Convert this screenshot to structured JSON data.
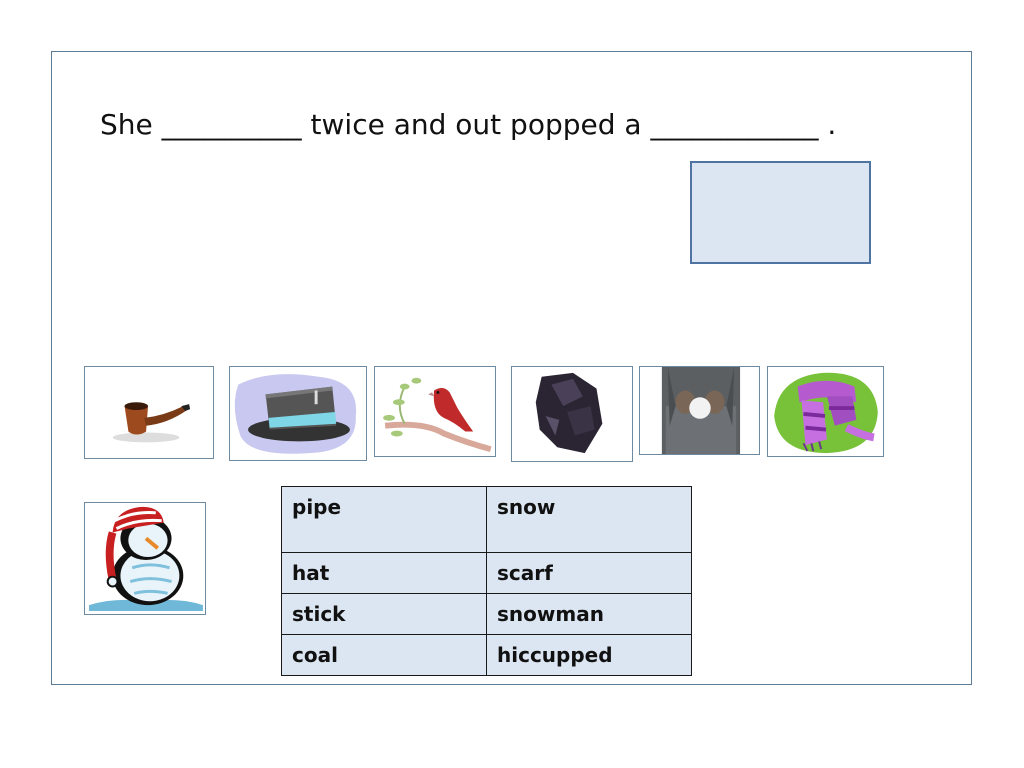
{
  "sentence": {
    "text": "She __________ twice and out popped a ____________ ."
  },
  "answer_box": {
    "fill_color": "#dce6f2",
    "border_color": "#4f74a1"
  },
  "pictures": [
    {
      "name": "pipe",
      "icon": "pipe-icon"
    },
    {
      "name": "top hat",
      "icon": "top-hat-icon"
    },
    {
      "name": "bird on branch",
      "icon": "bird-icon"
    },
    {
      "name": "coal",
      "icon": "coal-icon"
    },
    {
      "name": "snowball in hands",
      "icon": "snowball-icon"
    },
    {
      "name": "scarf",
      "icon": "scarf-icon"
    },
    {
      "name": "snowman",
      "icon": "snowman-icon"
    }
  ],
  "word_table": {
    "rows": [
      [
        "pipe",
        "snow"
      ],
      [
        "hat",
        "scarf"
      ],
      [
        "stick",
        "snowman"
      ],
      [
        "coal",
        "hiccupped"
      ]
    ]
  },
  "colors": {
    "slide_border": "#5b7b96",
    "table_fill": "#dce6f2"
  }
}
